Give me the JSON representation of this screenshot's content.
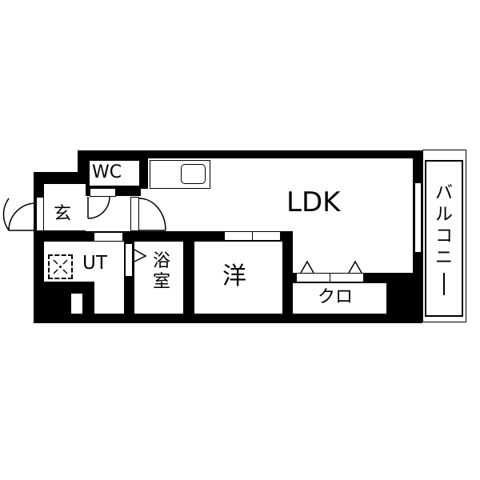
{
  "floorplan": {
    "rooms": {
      "ldk": {
        "label": "LDK"
      },
      "wc": {
        "label": "WC"
      },
      "entrance": {
        "label": "玄"
      },
      "utility": {
        "label": "UT"
      },
      "bath": {
        "label": "浴室",
        "chars": [
          "浴",
          "室"
        ]
      },
      "western_room": {
        "label": "洋"
      },
      "closet": {
        "label": "クロ"
      },
      "balcony": {
        "label": "バルコニー",
        "chars": [
          "バ",
          "ル",
          "コ",
          "ニ",
          "ー"
        ]
      }
    },
    "colors": {
      "wall": "#000000",
      "floor": "#ffffff",
      "line": "#000000"
    }
  }
}
